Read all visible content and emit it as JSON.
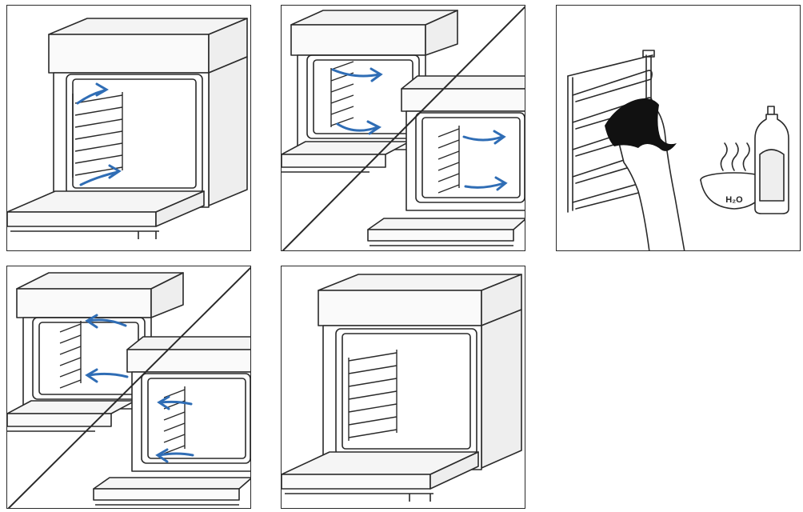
{
  "colors": {
    "arrow": "#2f6db5",
    "line": "#2a2a2a",
    "shade": "#eeeeee",
    "cloth": "#111111"
  },
  "steps": [
    {
      "id": "unhook-rails-front",
      "arrows": "right"
    },
    {
      "id": "remove-rails-both-sides",
      "arrows": "out"
    },
    {
      "id": "clean-rails",
      "icons": [
        "cloth-icon",
        "bowl-icon",
        "detergent-bottle-icon"
      ]
    },
    {
      "id": "refit-rails-both-sides",
      "arrows": "in"
    },
    {
      "id": "rails-fitted",
      "arrows": "none"
    }
  ],
  "labels": {
    "bowl": "H₂O"
  }
}
